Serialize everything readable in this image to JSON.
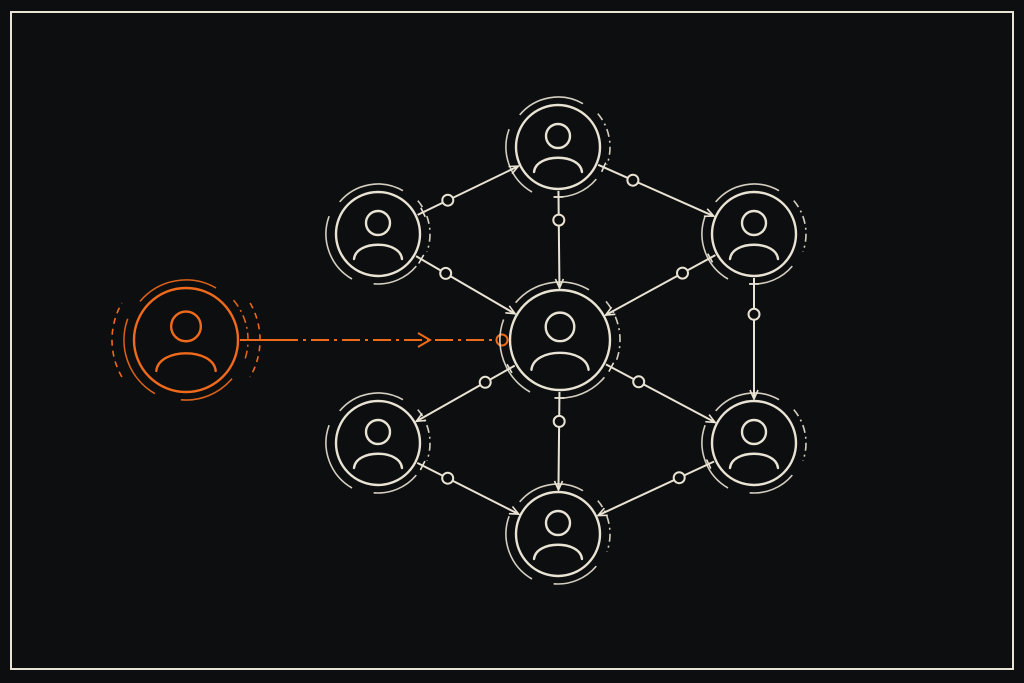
{
  "colors": {
    "background": "#0d0e10",
    "line": "#e9e3d4",
    "accent": "#ef6a1a"
  },
  "diagram": {
    "nodes": [
      {
        "id": "outsider",
        "icon": "user-icon",
        "accent": true
      },
      {
        "id": "hub",
        "icon": "user-icon",
        "accent": false
      },
      {
        "id": "top",
        "icon": "user-icon",
        "accent": false
      },
      {
        "id": "bottom",
        "icon": "user-icon",
        "accent": false
      },
      {
        "id": "upper-left",
        "icon": "user-icon",
        "accent": false
      },
      {
        "id": "upper-right",
        "icon": "user-icon",
        "accent": false
      },
      {
        "id": "lower-left",
        "icon": "user-icon",
        "accent": false
      },
      {
        "id": "lower-right",
        "icon": "user-icon",
        "accent": false
      }
    ],
    "edges": [
      {
        "from": "upper-left",
        "to": "top"
      },
      {
        "from": "top",
        "to": "upper-right"
      },
      {
        "from": "top",
        "to": "hub"
      },
      {
        "from": "upper-left",
        "to": "hub"
      },
      {
        "from": "upper-right",
        "to": "hub"
      },
      {
        "from": "upper-right",
        "to": "lower-right"
      },
      {
        "from": "hub",
        "to": "lower-left"
      },
      {
        "from": "hub",
        "to": "lower-right"
      },
      {
        "from": "hub",
        "to": "bottom"
      },
      {
        "from": "lower-left",
        "to": "bottom"
      },
      {
        "from": "lower-right",
        "to": "bottom"
      },
      {
        "from": "outsider",
        "to": "hub",
        "accent": true
      }
    ]
  }
}
